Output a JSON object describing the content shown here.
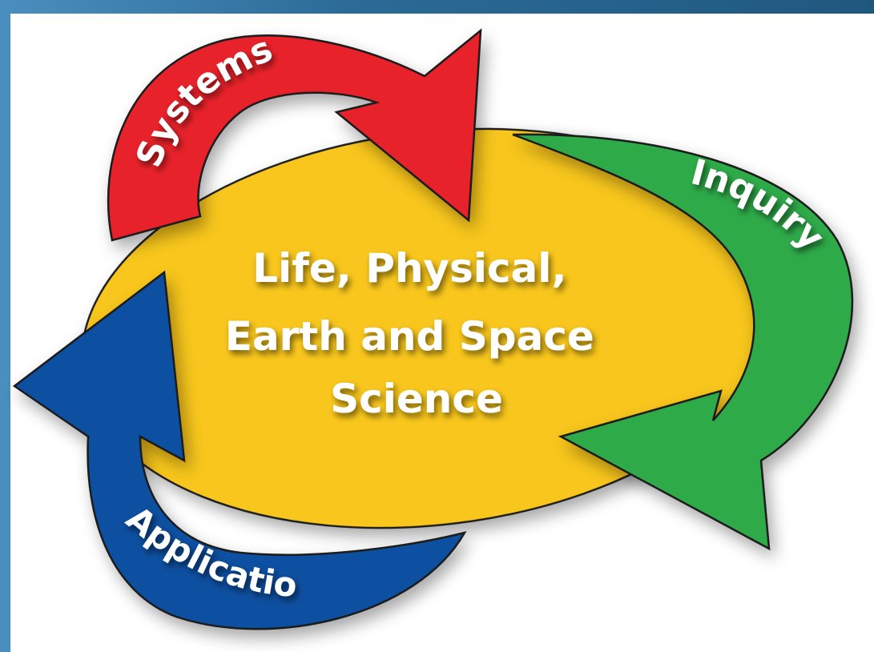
{
  "center": {
    "lines": [
      "Life, Physical,",
      "Earth and Space",
      "Science"
    ],
    "color": "#f8c61e"
  },
  "arrows": [
    {
      "id": "systems",
      "label": "Systems",
      "color": "#e8202a"
    },
    {
      "id": "inquiry",
      "label": "Inquiry",
      "color": "#2eaa4a"
    },
    {
      "id": "application",
      "label": "Application",
      "color": "#0a50a0"
    }
  ],
  "colors": {
    "outline": "#1a1a1a",
    "text": "#ffffff",
    "background": "#2f6f9c"
  }
}
